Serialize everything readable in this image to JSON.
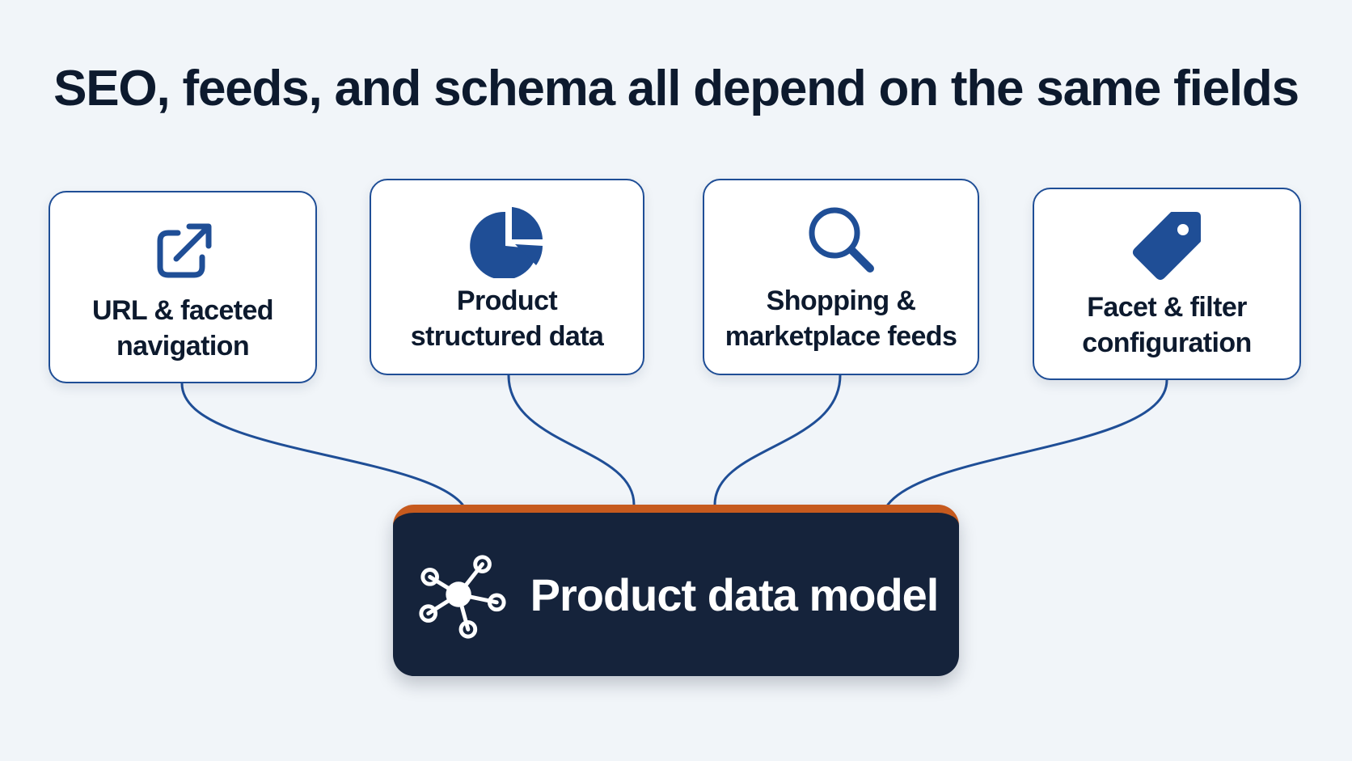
{
  "title": "SEO, feeds, and schema all depend on the same fields",
  "colors": {
    "background": "#f1f5f9",
    "card_border": "#1f4e96",
    "icon_blue": "#1f4e96",
    "connector": "#1f4e96",
    "hub_fill": "#15233b",
    "hub_accent": "#c65a1e",
    "text_dark": "#0d1a2e",
    "text_light": "#ffffff"
  },
  "cards": [
    {
      "label": "URL & faceted\nnavigation",
      "icon": "external-link-icon"
    },
    {
      "label": "Product\nstructured data",
      "icon": "pie-chart-icon"
    },
    {
      "label": "Shopping &\nmarketplace feeds",
      "icon": "search-icon"
    },
    {
      "label": "Facet & filter\nconfiguration",
      "icon": "tag-icon"
    }
  ],
  "hub": {
    "label": "Product data model",
    "icon": "network-icon"
  }
}
